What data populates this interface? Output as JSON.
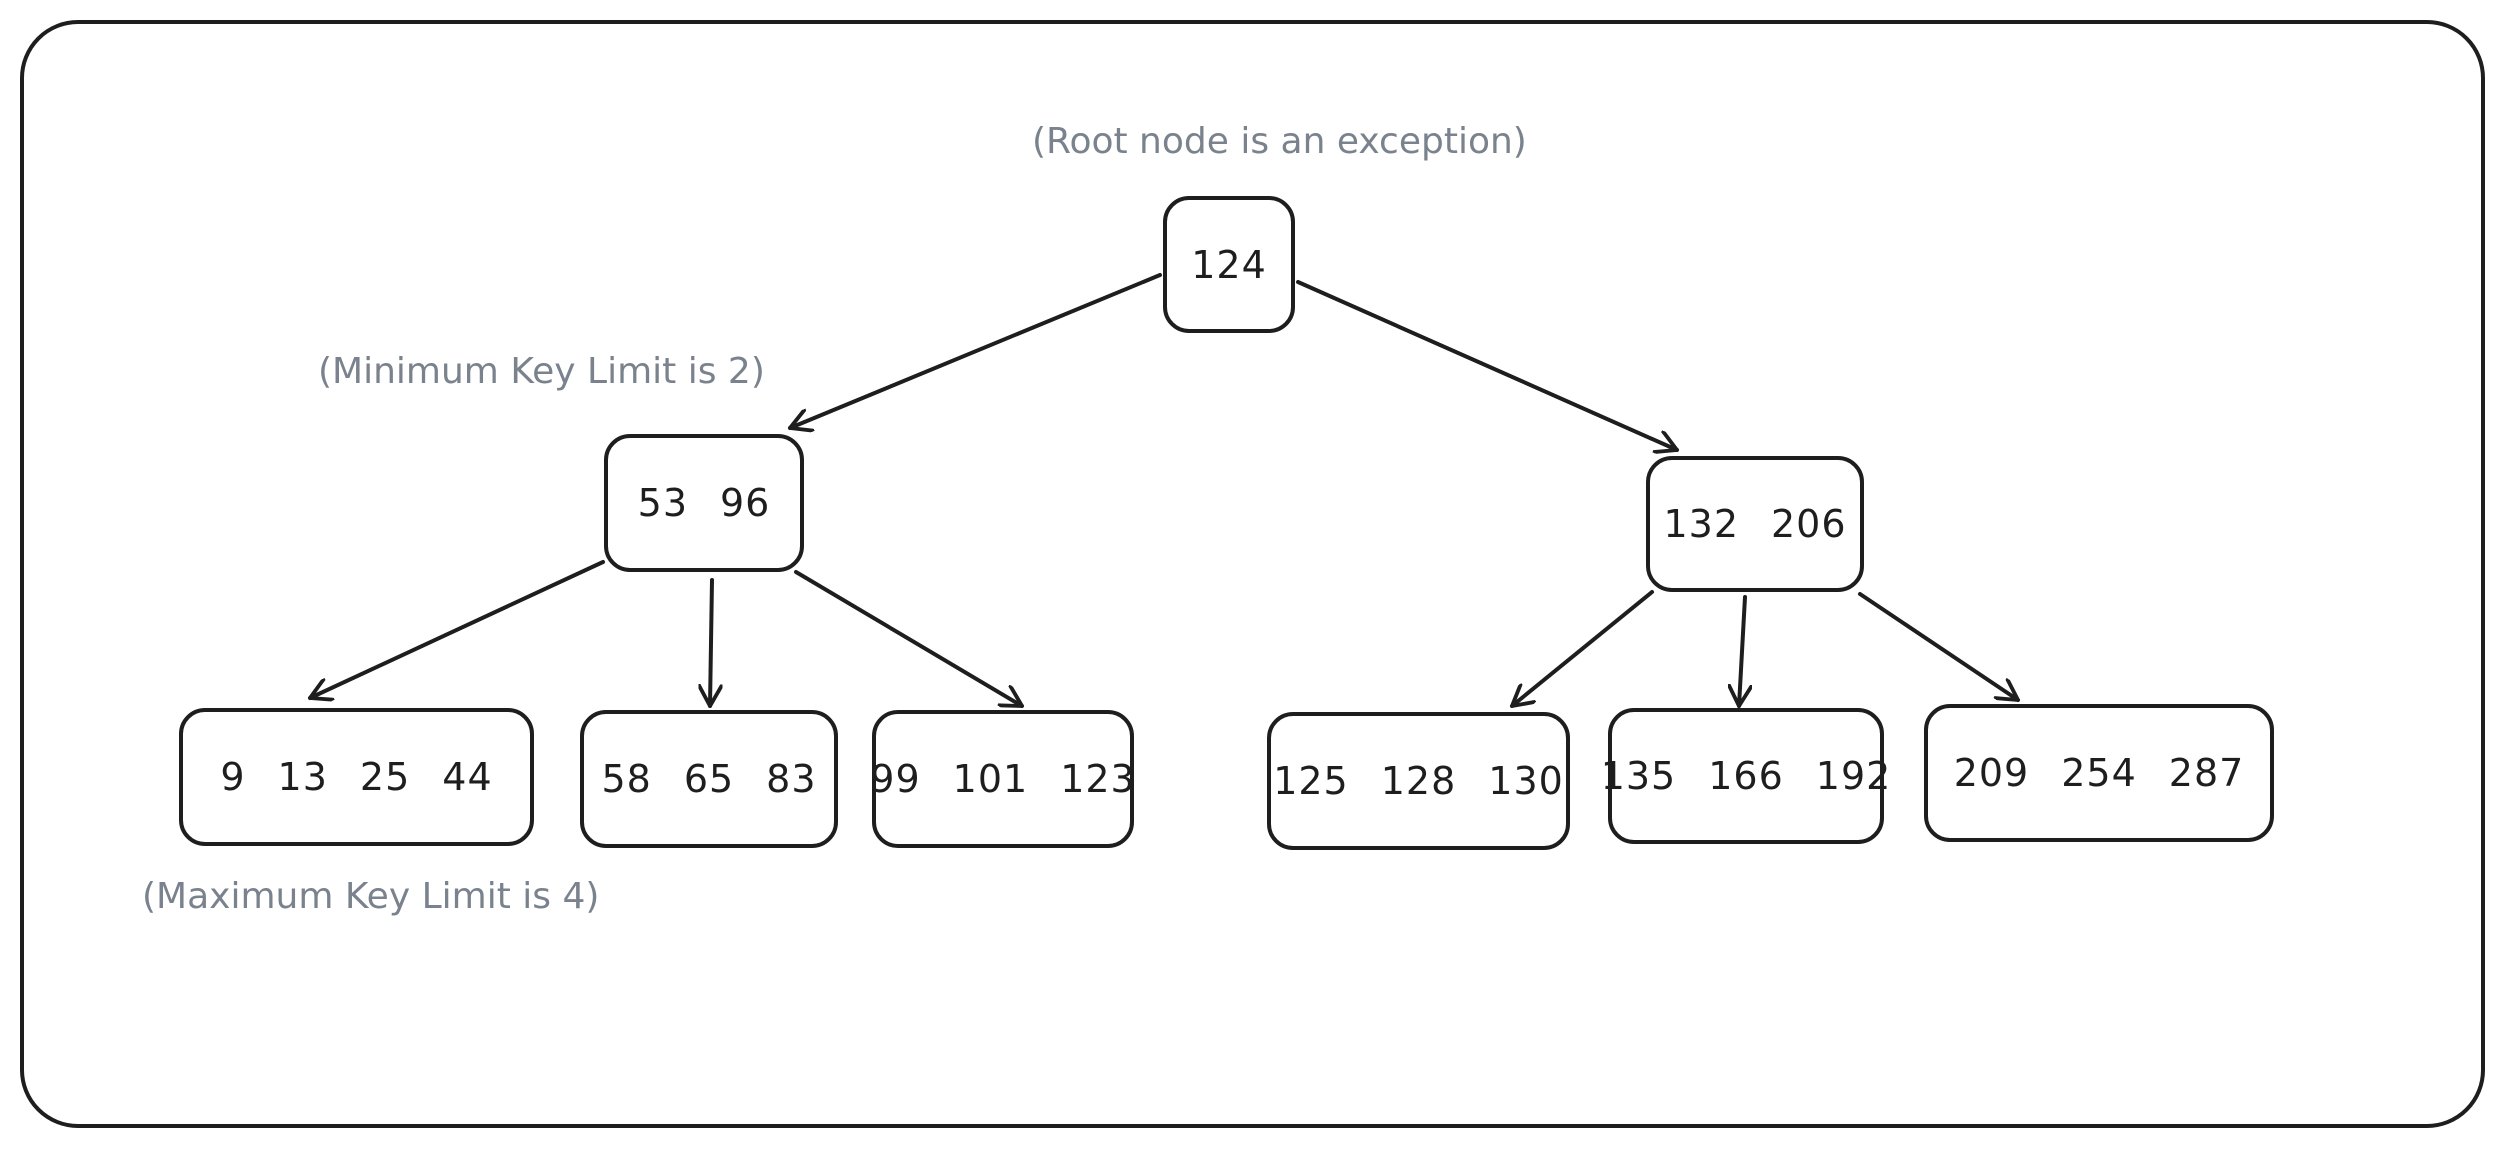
{
  "tree": {
    "root": {
      "keys": [
        "124"
      ]
    },
    "level1": [
      {
        "keys": [
          "53",
          "96"
        ]
      },
      {
        "keys": [
          "132",
          "206"
        ]
      }
    ],
    "leaves": [
      {
        "keys": [
          "9",
          "13",
          "25",
          "44"
        ]
      },
      {
        "keys": [
          "58",
          "65",
          "83"
        ]
      },
      {
        "keys": [
          "99",
          "101",
          "123"
        ]
      },
      {
        "keys": [
          "125",
          "128",
          "130"
        ]
      },
      {
        "keys": [
          "135",
          "166",
          "192"
        ]
      },
      {
        "keys": [
          "209",
          "254",
          "287"
        ]
      }
    ]
  },
  "annotations": {
    "root_note": "(Root node is an exception)",
    "min_note": "(Minimum Key Limit is 2)",
    "max_note": "(Maximum Key Limit is 4)"
  },
  "colors": {
    "stroke": "#1e1e1e",
    "annotation": "#7a838d",
    "background": "#ffffff"
  }
}
